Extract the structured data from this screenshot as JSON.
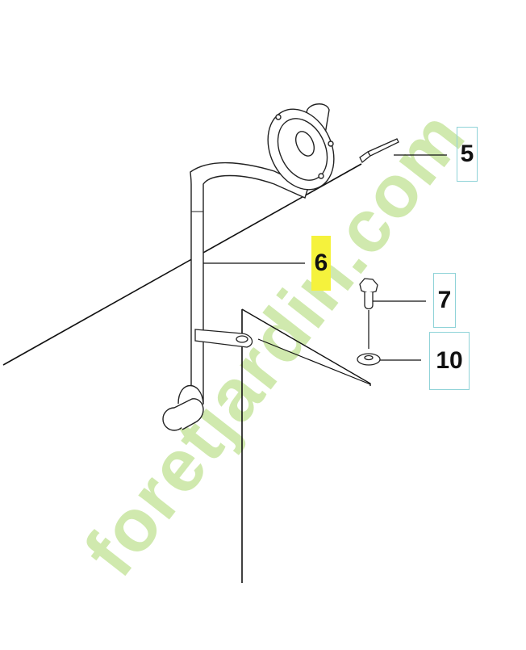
{
  "callouts": [
    {
      "id": "5",
      "label": "5",
      "boxed": true,
      "highlighted": false
    },
    {
      "id": "6",
      "label": "6",
      "boxed": false,
      "highlighted": true
    },
    {
      "id": "7",
      "label": "7",
      "boxed": true,
      "highlighted": false
    },
    {
      "id": "10",
      "label": "10",
      "boxed": true,
      "highlighted": false
    }
  ],
  "watermark": {
    "text": "foretjardin.com",
    "colors": {
      "green": "#c8e6a0",
      "orange": "#f5c28a",
      "gray": "#d2cfc8"
    }
  },
  "colors": {
    "line": "#111111",
    "callout_box": "#8fd3d8",
    "highlight": "#f5f23c"
  }
}
